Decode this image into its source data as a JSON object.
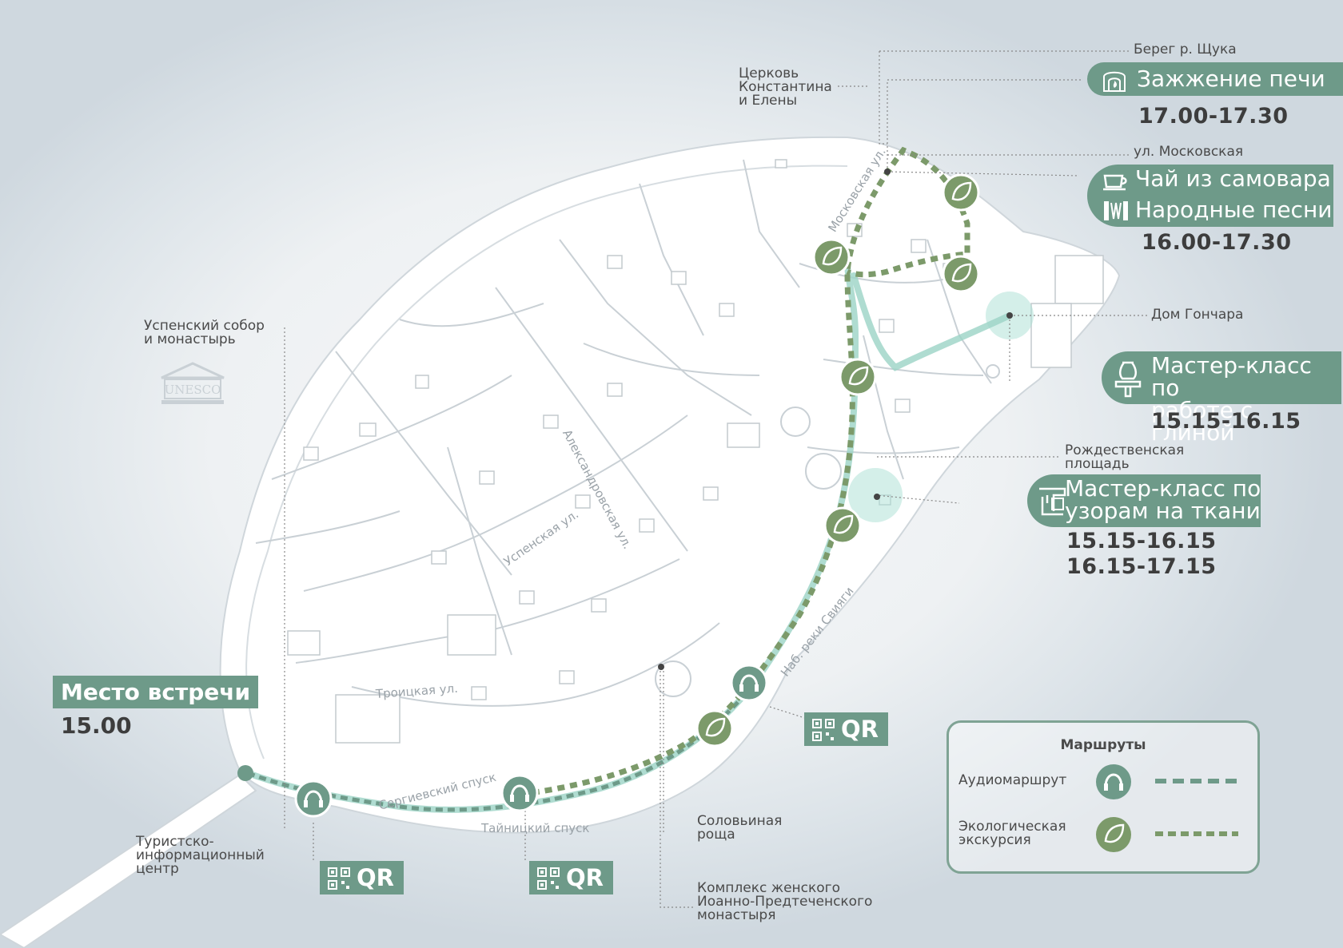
{
  "colors": {
    "water": "#d5dde3",
    "land": "#ffffff",
    "street_lines": "#c9d0d5",
    "accent": "#6e9a89",
    "eco_route": "#7c9a6a",
    "audio_route": "#6e9a89",
    "text": "#4a4a4a"
  },
  "places": {
    "bereg": "Берег р. Щука",
    "church": "Церковь\nКонстантина\nи Елены",
    "moskovskaya_st": "ул. Московская",
    "uspensky": "Успенский собор\nи монастырь",
    "dom_gonchara": "Дом Гончара",
    "rozhdestvenskaya": "Рождественская\nплощадь",
    "tourist_center": "Туристско-\nинформационный\nцентр",
    "solovinaya": "Соловьиная\nроща",
    "complex": "Комплекс женского\nИоанно-Предтеченского\nмонастыря"
  },
  "streets": {
    "moskovskaya": "Московская ул.",
    "aleksandrovskaya": "Александровская ул.",
    "uspenskaya": "Успенская ул.",
    "troitskaya": "Троицкая ул.",
    "sergievsky": "Сергиевский спуск",
    "tainitsky": "Тайницкий спуск",
    "nab": "Наб. реки Свияги"
  },
  "events": [
    {
      "id": "oven",
      "label": "Зажжение печи",
      "icon": "oven-icon",
      "time": "17.00-17.30"
    },
    {
      "id": "tea",
      "label": "Чай из самовара",
      "icon": "teacup-icon"
    },
    {
      "id": "songs",
      "label": "Народные песни",
      "icon": "accordion-icon",
      "time": "16.00-17.30"
    },
    {
      "id": "clay",
      "label": "Мастер-класс по\nработе с глиной",
      "icon": "pottery-wheel-icon",
      "time": "15.15-16.15"
    },
    {
      "id": "fabric",
      "label": "Мастер-класс по\nузорам на ткани",
      "icon": "sewing-machine-icon",
      "times": [
        "15.15-16.15",
        "16.15-17.15"
      ]
    }
  ],
  "meeting": {
    "label": "Место встречи",
    "time": "15.00"
  },
  "qr_label": "QR",
  "legend": {
    "title": "Маршруты",
    "audio": "Аудиомаршрут",
    "eco": "Экологическая\nэкскурсия"
  },
  "unesco_text": "UNESCO"
}
